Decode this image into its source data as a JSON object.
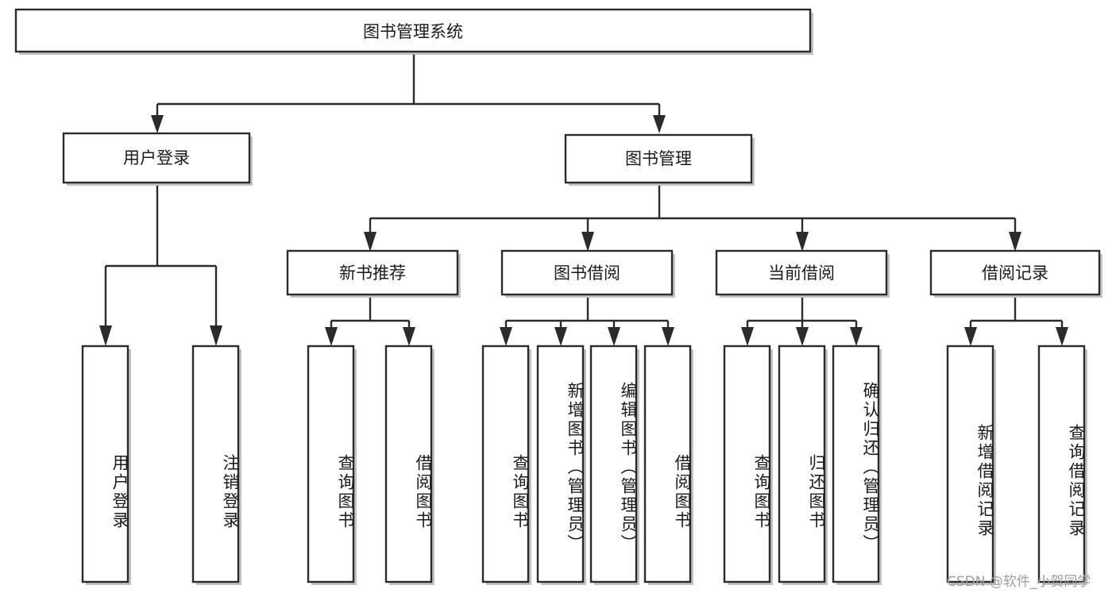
{
  "diagram": {
    "title": "图书管理系统",
    "type": "hierarchy-tree",
    "root": {
      "id": "root",
      "label": "图书管理系统"
    },
    "level1": [
      {
        "id": "user-login",
        "label": "用户登录"
      },
      {
        "id": "book-manage",
        "label": "图书管理"
      }
    ],
    "level2": [
      {
        "id": "new-book-recommend",
        "label": "新书推荐",
        "parent": "book-manage"
      },
      {
        "id": "book-borrow",
        "label": "图书借阅",
        "parent": "book-manage"
      },
      {
        "id": "current-borrow",
        "label": "当前借阅",
        "parent": "book-manage"
      },
      {
        "id": "borrow-record",
        "label": "借阅记录",
        "parent": "book-manage"
      }
    ],
    "leaves": [
      {
        "id": "leaf-user-login",
        "label": "用户登录",
        "parent": "user-login"
      },
      {
        "id": "leaf-logout-login",
        "label": "注销登录",
        "parent": "user-login"
      },
      {
        "id": "leaf-query-book-1",
        "label": "查询图书",
        "parent": "new-book-recommend"
      },
      {
        "id": "leaf-borrow-book-1",
        "label": "借阅图书",
        "parent": "new-book-recommend"
      },
      {
        "id": "leaf-query-book-2",
        "label": "查询图书",
        "parent": "book-borrow"
      },
      {
        "id": "leaf-add-book",
        "label": "新增图书（管理员）",
        "parent": "book-borrow"
      },
      {
        "id": "leaf-edit-book",
        "label": "编辑图书（管理员）",
        "parent": "book-borrow"
      },
      {
        "id": "leaf-borrow-book-2",
        "label": "借阅图书",
        "parent": "book-borrow"
      },
      {
        "id": "leaf-query-book-3",
        "label": "查询图书",
        "parent": "current-borrow"
      },
      {
        "id": "leaf-return-book",
        "label": "归还图书",
        "parent": "current-borrow"
      },
      {
        "id": "leaf-confirm-return",
        "label": "确认归还（管理员）",
        "parent": "current-borrow"
      },
      {
        "id": "leaf-add-record",
        "label": "新增借阅记录",
        "parent": "borrow-record"
      },
      {
        "id": "leaf-query-record",
        "label": "查询借阅记录",
        "parent": "borrow-record"
      }
    ]
  },
  "watermark": {
    "text": "CSDN @软件_小贺同学"
  },
  "colors": {
    "stroke": "#2b2b2b",
    "fill": "#ffffff",
    "text": "#1a1a1a",
    "watermark": "#9e9e9e",
    "shadow": "#b9b9b9"
  }
}
